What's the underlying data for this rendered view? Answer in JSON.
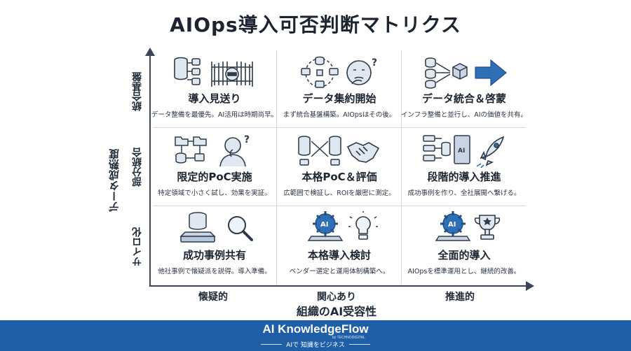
{
  "title": "AIOps導入可否判断マトリクス",
  "y_axis": {
    "title": "データ成熟度",
    "levels": [
      "統合基盤",
      "部分統合",
      "サイロ化"
    ]
  },
  "x_axis": {
    "title": "組織のAI受容性",
    "levels": [
      "懐疑的",
      "関心あり",
      "推進的"
    ]
  },
  "cells": [
    {
      "title": "導入見送り",
      "desc": "データ整備を最優先。AI活用は時期尚早。",
      "icons": [
        "database-icon",
        "gate-closed-icon"
      ]
    },
    {
      "title": "データ集約開始",
      "desc": "まず統合基盤構築。AIOpsはその後。",
      "icons": [
        "data-flow-icon",
        "thinking-face-icon"
      ]
    },
    {
      "title": "データ統合＆啓蒙",
      "desc": "インフラ整備と並行し、AIの価値を共有。",
      "icons": [
        "database-to-cube-icon",
        "arrow-right-icon"
      ]
    },
    {
      "title": "限定的PoC実施",
      "desc": "特定領域で小さく試し、効果を実証。",
      "icons": [
        "folder-network-icon",
        "pondering-person-icon"
      ]
    },
    {
      "title": "本格PoC＆評価",
      "desc": "広範囲で検証し、ROIを厳密に測定。",
      "icons": [
        "database-exchange-icon",
        "handshake-icon"
      ]
    },
    {
      "title": "段階的導入推進",
      "desc": "成功事例を作り、全社展開へ繋げる。",
      "icons": [
        "ai-server-icon",
        "rocket-icon"
      ]
    },
    {
      "title": "成功事例共有",
      "desc": "他社事例で懐疑派を説得。導入準備。",
      "icons": [
        "server-stack-icon",
        "magnifier-icon"
      ]
    },
    {
      "title": "本格導入検討",
      "desc": "ベンダー選定と運用体制構築へ。",
      "icons": [
        "ai-gear-icon",
        "lightbulb-icon"
      ]
    },
    {
      "title": "全面的導入",
      "desc": "AIOpsを標準運用とし、継続的改善。",
      "icons": [
        "ai-gear-icon",
        "trophy-icon"
      ]
    }
  ],
  "footer": {
    "brand": "AI KnowledgeFlow",
    "by": "by TECHNODIGITAL",
    "tagline": "AIで 知識をビジネスへ。"
  },
  "colors": {
    "accent": "#1f5fa8",
    "icon_fill": "#dfe7f1",
    "icon_stroke": "#2d3a4a"
  }
}
